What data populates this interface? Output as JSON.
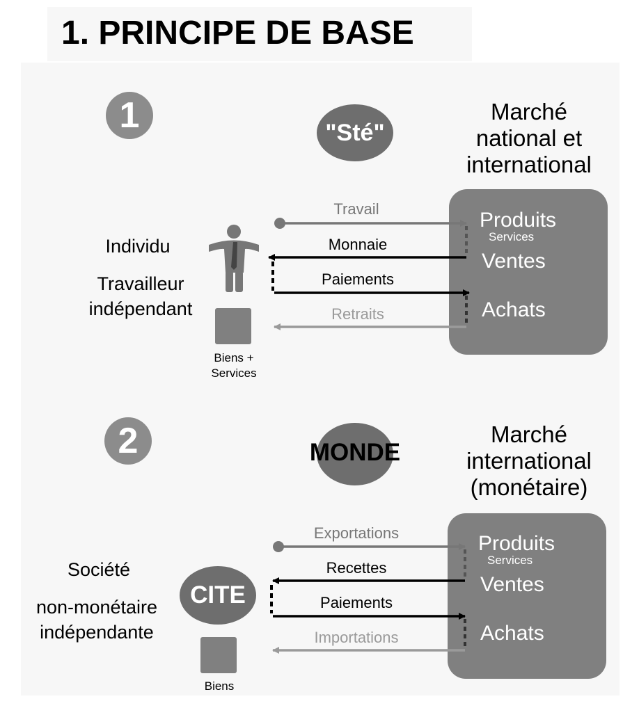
{
  "title": "1. PRINCIPE DE BASE",
  "colors": {
    "dark_arrow": "#000000",
    "medium_arrow": "#777777",
    "light_arrow": "#9a9a9a",
    "box": "#808080",
    "ellipse": "#6e6e6e",
    "number_circle": "#8c8c8c"
  },
  "section1": {
    "number": "1",
    "entity": "\"Sté\"",
    "market_title": [
      "Marché",
      "national et",
      "international"
    ],
    "box": {
      "produits": "Produits",
      "services": "Services",
      "ventes": "Ventes",
      "achats": "Achats"
    },
    "arrows": {
      "travail": "Travail",
      "monnaie": "Monnaie",
      "paiements": "Paiements",
      "retraits": "Retraits"
    },
    "actor_label": "Individu",
    "actor_type": [
      "Travailleur",
      "indépendant"
    ],
    "actor_icon": "person-icon",
    "goods_label": [
      "Biens +",
      "Services"
    ]
  },
  "section2": {
    "number": "2",
    "entity": "MONDE",
    "market_title": [
      "Marché",
      "international",
      "(monétaire)"
    ],
    "box": {
      "produits": "Produits",
      "services": "Services",
      "ventes": "Ventes",
      "achats": "Achats"
    },
    "arrows": {
      "exportations": "Exportations",
      "recettes": "Recettes",
      "paiements": "Paiements",
      "importations": "Importations"
    },
    "actor_label": "Société",
    "actor_type": [
      "non-monétaire",
      "indépendante"
    ],
    "actor_badge": "CITE",
    "goods_label": "Biens"
  }
}
